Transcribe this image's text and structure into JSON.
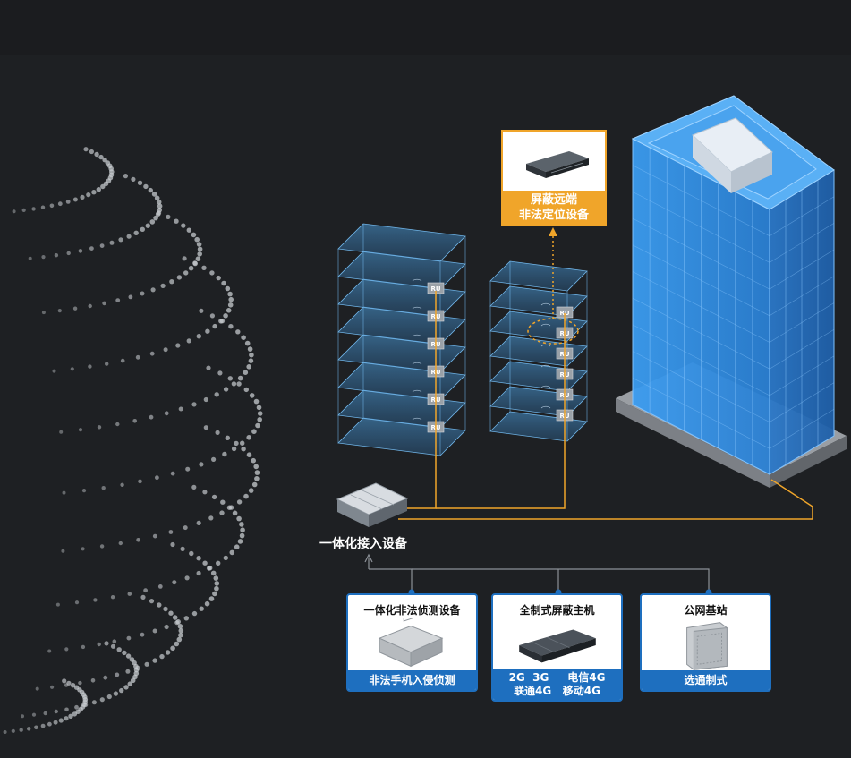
{
  "labels": {
    "access_device": "一体化接入设备",
    "ru_tag": "RU"
  },
  "callout": {
    "line1": "屏蔽远端",
    "line2": "非法定位设备"
  },
  "cards": [
    {
      "title": "一体化非法侦测设备",
      "band": [
        "非法手机入侵侦测"
      ]
    },
    {
      "title": "全制式屏蔽主机",
      "band": [
        "2G  3G     电信4G",
        "联通4G   移动4G"
      ]
    },
    {
      "title": "公网基站",
      "band": [
        "选通制式"
      ]
    }
  ],
  "colors": {
    "background": "#1e2023",
    "connector_orange": "#f0a52a",
    "card_blue": "#1e6fbf",
    "floor_blue": "#3a86c4",
    "tower_blue": "#2e8fe0"
  }
}
